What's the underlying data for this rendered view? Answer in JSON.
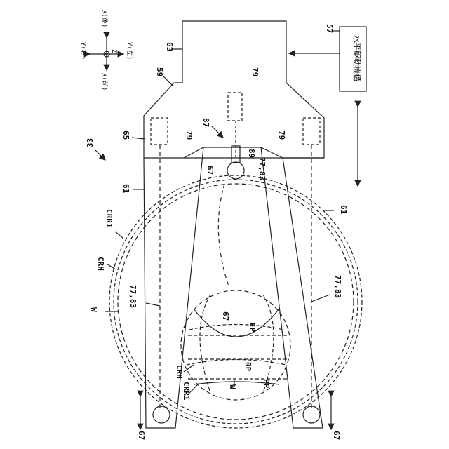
{
  "figure": {
    "device_label": "33",
    "drive_box_text": "水平駆動機構",
    "refs": {
      "r57": "57",
      "r63": "63",
      "r59": "59",
      "r65": "65",
      "r79a": "79",
      "r79b": "79",
      "r79c": "79",
      "r87": "87",
      "r89": "89",
      "r67a": "67",
      "r67b": "67",
      "r67c": "67",
      "r67d": "67",
      "r77a": "77,83",
      "r77b": "77,83",
      "r77c": "77,83",
      "r61a": "61",
      "r61b": "61",
      "crr1a": "CRR1",
      "crha": "CRH",
      "wa": "W",
      "ep": "EP",
      "rp": "RP",
      "pp": "PP",
      "crhb": "CRH",
      "crr1b": "CRR1",
      "wb": "W"
    },
    "axes": {
      "x_back": "X(後)",
      "x_front": "X(前)",
      "y_right": "Y(右)",
      "y_left": "Y(左)",
      "z": "Z"
    }
  },
  "colors": {
    "line": "#222222",
    "background": "#ffffff"
  }
}
